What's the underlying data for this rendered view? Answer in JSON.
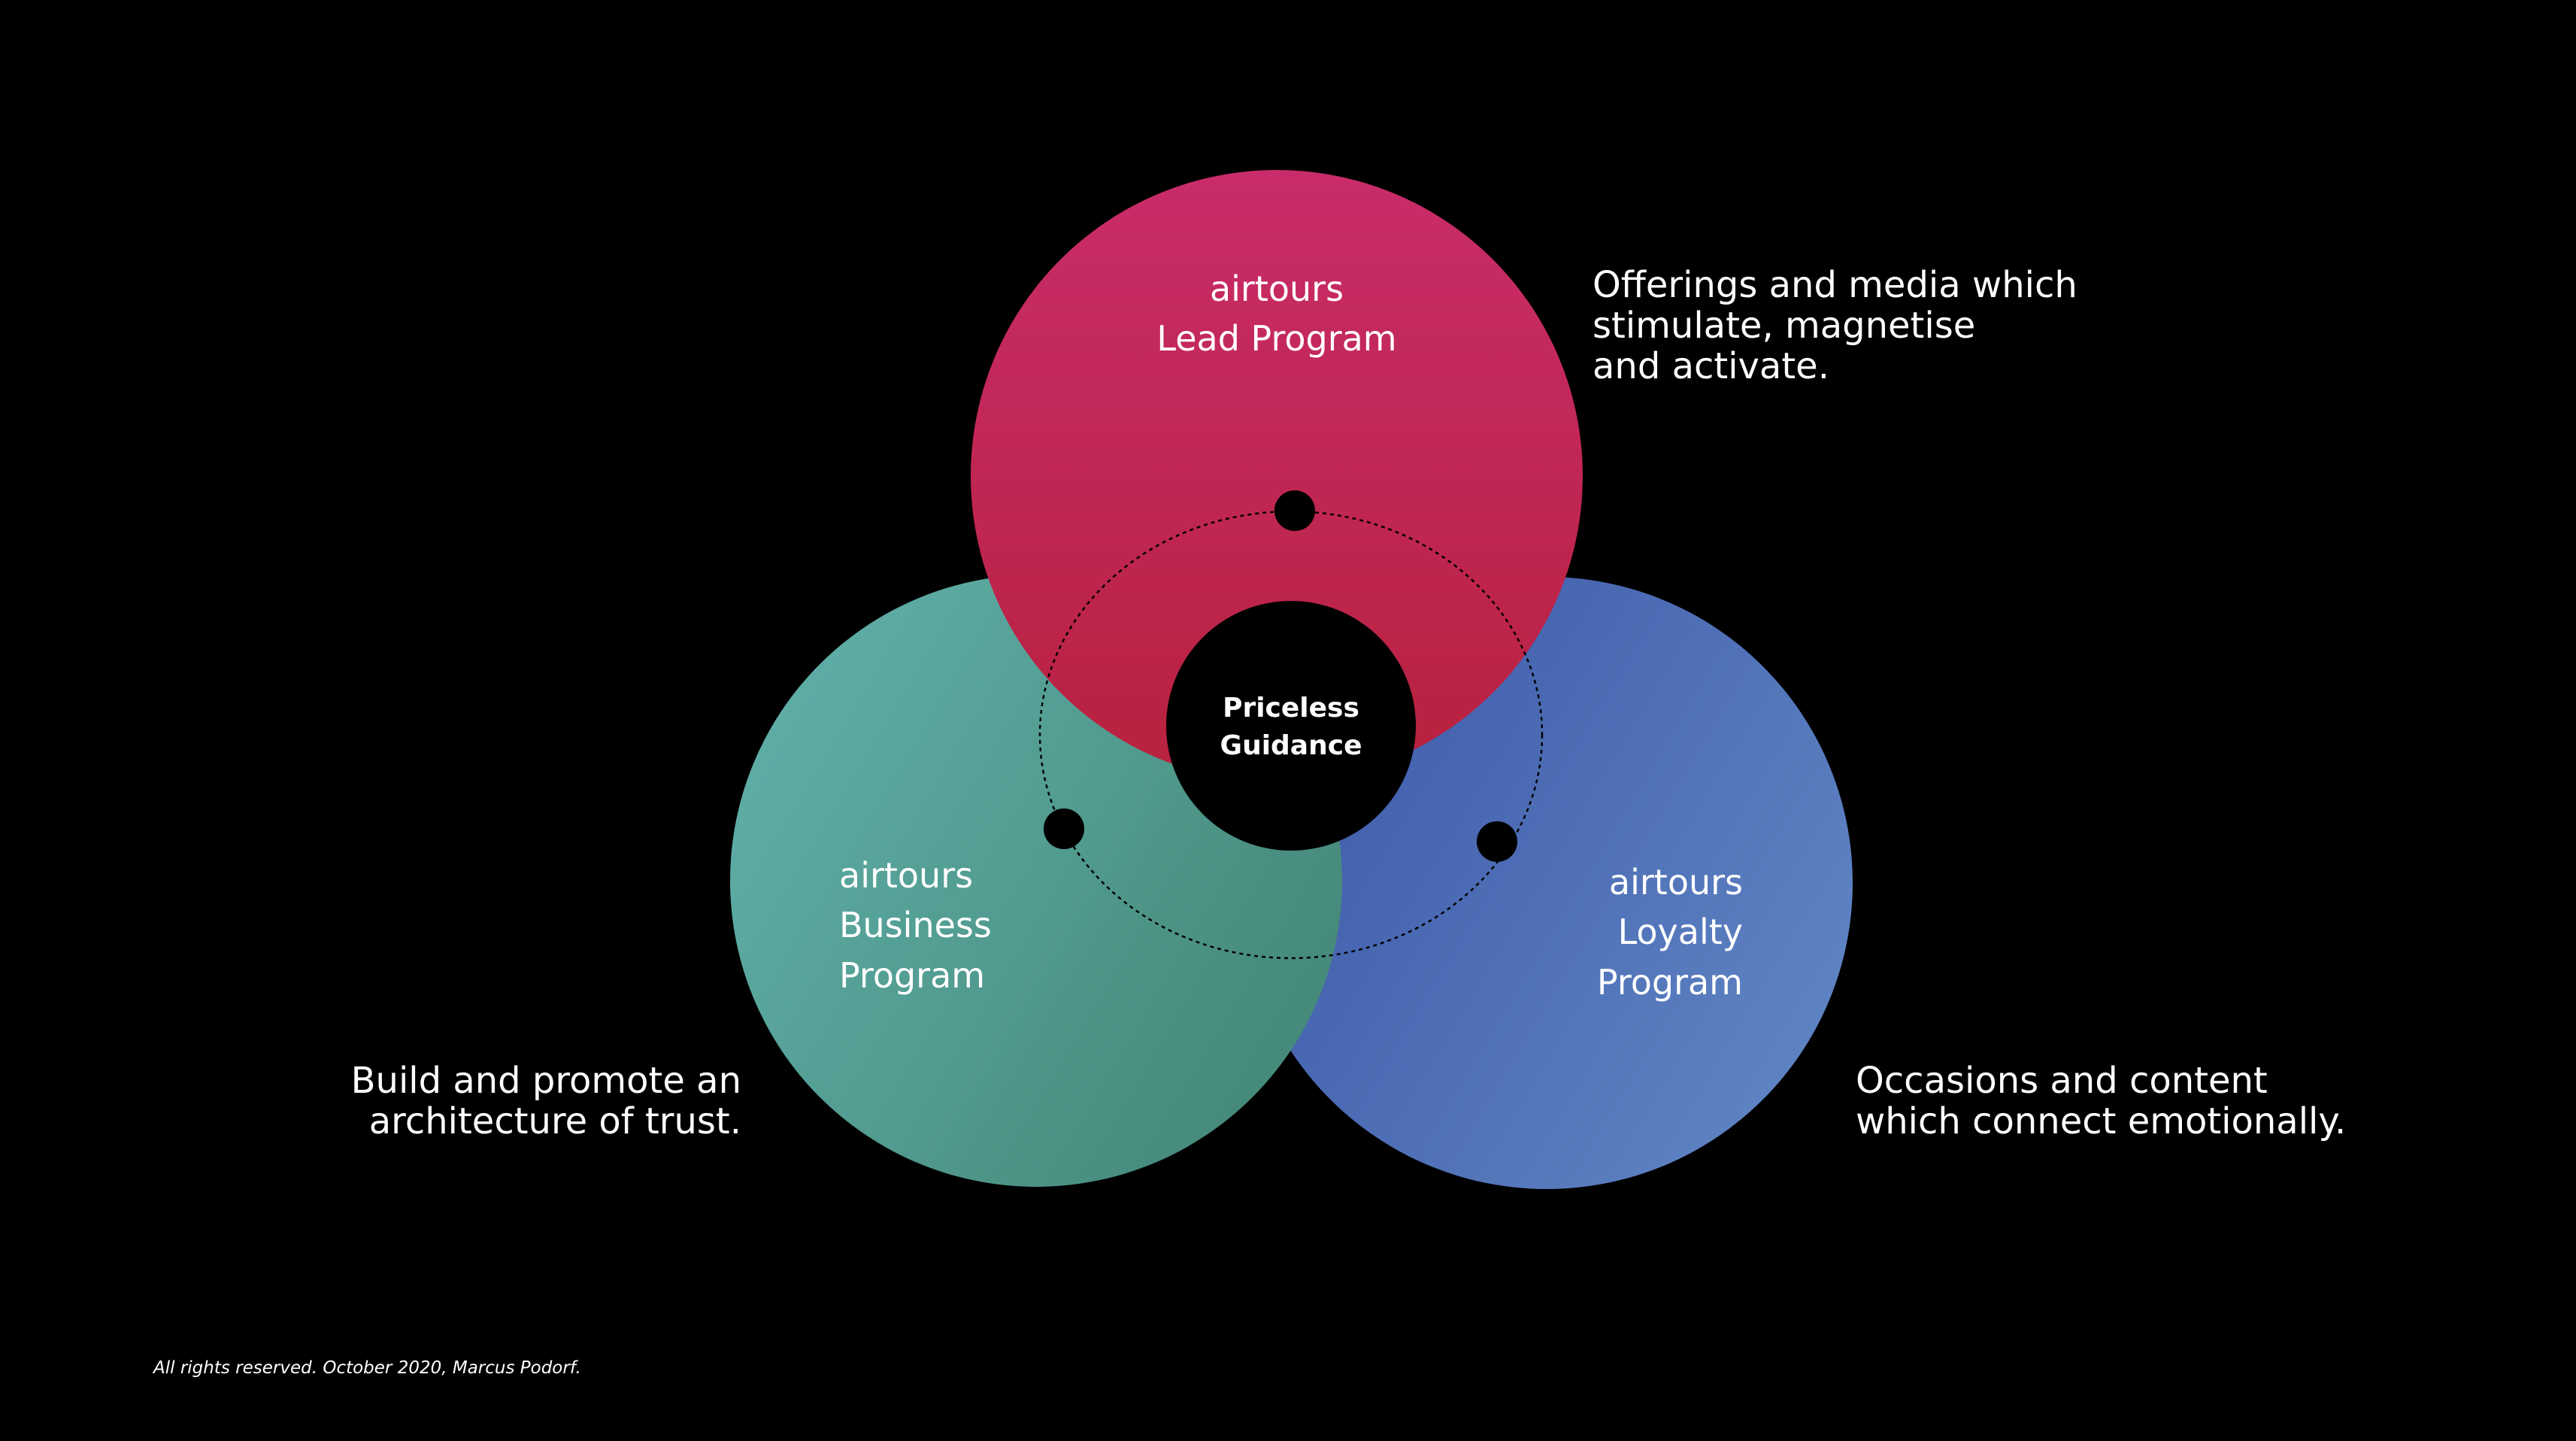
{
  "colors": {
    "background": "#000000",
    "lead_top": "#c92c6a",
    "lead_bottom": "#b8213e",
    "business_light": "#5fb0aa",
    "business_dark": "#4a8f80",
    "loyalty_dark": "#3e5aa8",
    "loyalty_light": "#5a7fc0",
    "center": "#000000",
    "text": "#ffffff"
  },
  "center": {
    "line1": "Priceless",
    "line2": "Guidance"
  },
  "circles": {
    "lead": {
      "line1": "airtours",
      "line2": "Lead Program"
    },
    "business": {
      "line1": "airtours",
      "line2": "Business",
      "line3": "Program"
    },
    "loyalty": {
      "line1": "airtours",
      "line2": "Loyalty",
      "line3": "Program"
    }
  },
  "descriptions": {
    "lead": {
      "line1": "Offerings and media which",
      "line2": "stimulate, magnetise",
      "line3": "and activate."
    },
    "business": {
      "line1": "Build and promote an",
      "line2": "architecture of trust."
    },
    "loyalty": {
      "line1": "Occasions and content",
      "line2": "which connect emotionally."
    }
  },
  "footer": "All rights reserved. October 2020, Marcus Podorf."
}
